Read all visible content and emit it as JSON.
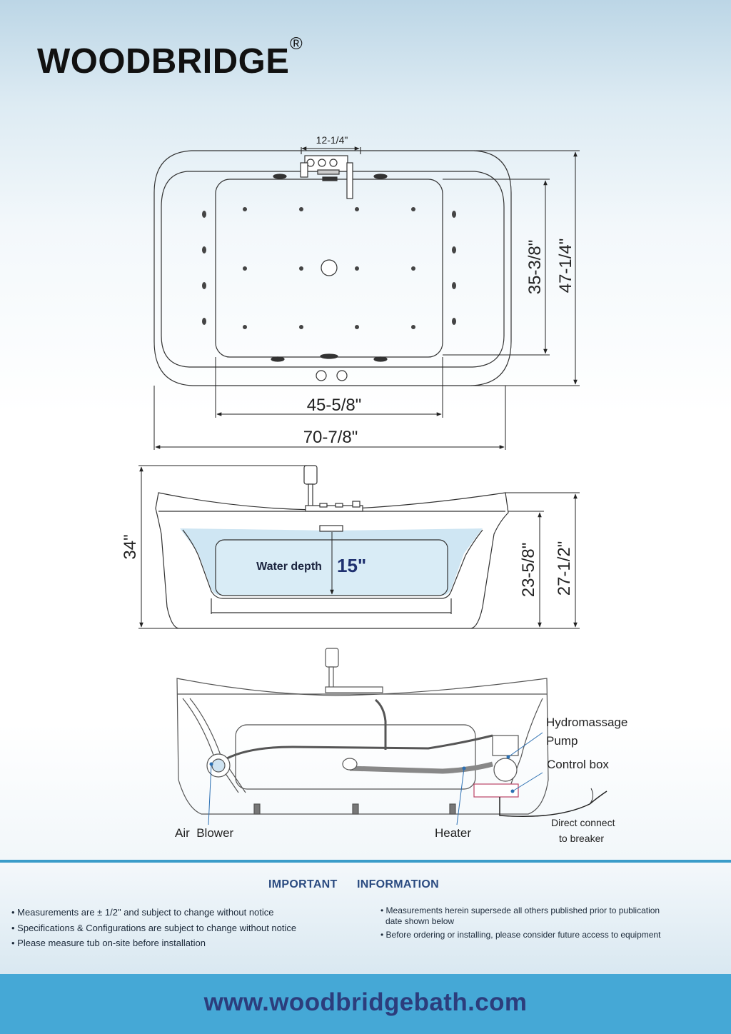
{
  "brand": {
    "name": "WOODBRIDGE",
    "registered": "®"
  },
  "top_view": {
    "faucet_width": "12-1/4\"",
    "inner_length": "45-5/8\"",
    "overall_length": "70-7/8\"",
    "inner_width": "35-3/8\"",
    "overall_width": "47-1/4\""
  },
  "side_view": {
    "overall_height": "34\"",
    "inner_depth": "23-5/8\"",
    "rim_height": "27-1/2\"",
    "water_depth_label": "Water depth",
    "water_depth_value": "15\""
  },
  "components": {
    "pump_line1": "Hydromassage",
    "pump_line2": "Pump",
    "control_box": "Control box",
    "breaker_line1": "Direct connect",
    "breaker_line2": "to breaker",
    "air_blower": "Air  Blower",
    "heater": "Heater"
  },
  "info": {
    "heading_left": "IMPORTANT",
    "heading_right": "INFORMATION",
    "left_notes": [
      "• Measurements are ± 1/2\" and subject to change without notice",
      "• Specifications & Configurations are subject to change without notice",
      "• Please measure tub on-site before installation"
    ],
    "right_note1_line1": "• Measurements herein supersede all others published prior to publication",
    "right_note1_line2": "date shown below",
    "right_note2": "• Before ordering or installing, please consider future access to equipment"
  },
  "footer": {
    "url": "www.woodbridgebath.com"
  },
  "colors": {
    "accent": "#45a8d6",
    "heading": "#2a4a80",
    "url": "#2c3d7c",
    "water": "#cfe6f3"
  }
}
